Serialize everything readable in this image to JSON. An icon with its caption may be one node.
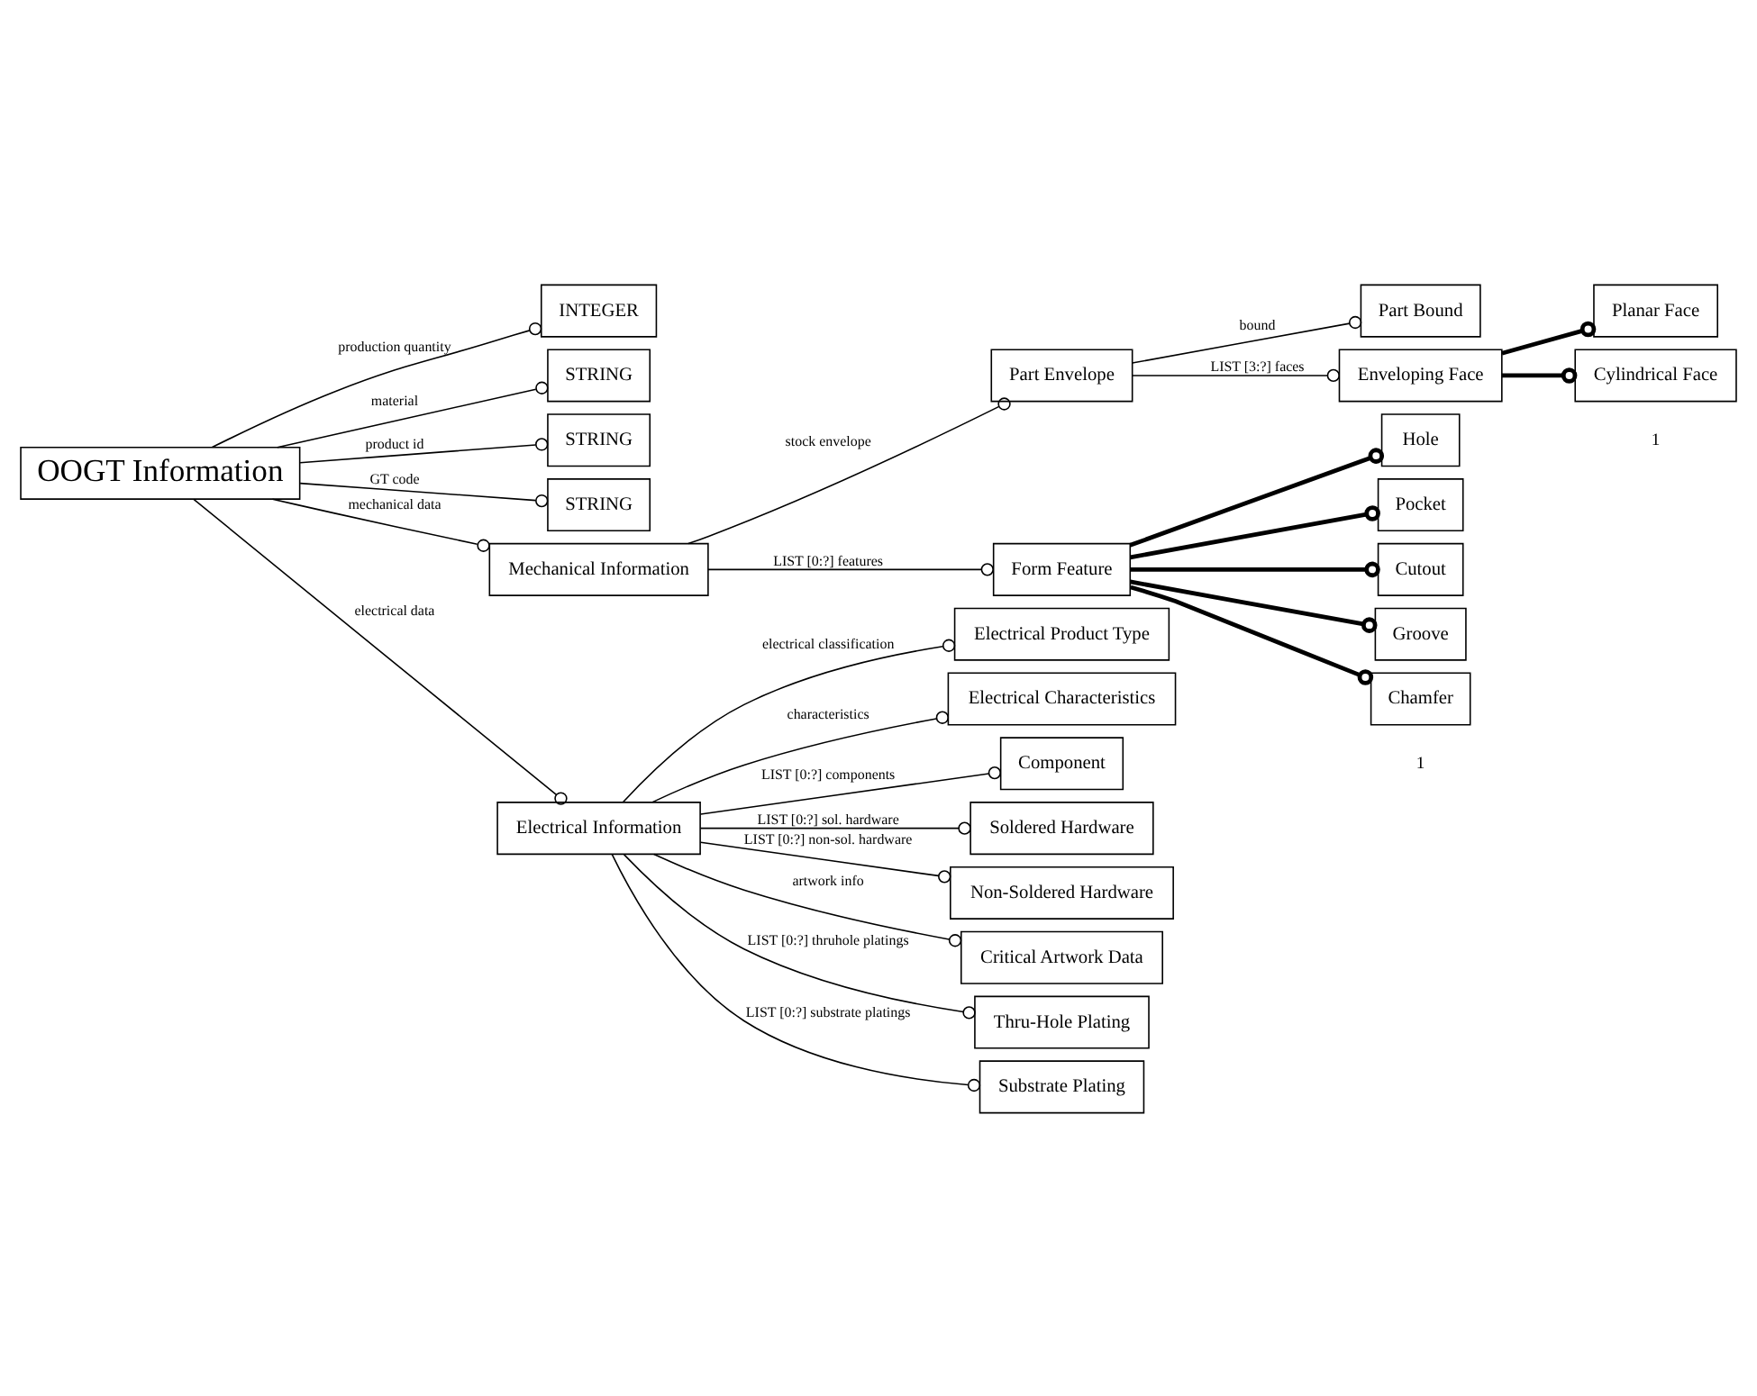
{
  "diagram": {
    "nodes": [
      {
        "text": [
          "OOGT Information"
        ]
      },
      {
        "text": [
          "INTEGER"
        ]
      },
      {
        "text": [
          "STRING"
        ]
      },
      {
        "text": [
          "STRING"
        ]
      },
      {
        "text": [
          "STRING"
        ]
      },
      {
        "text": [
          "Mechanical Information"
        ]
      },
      {
        "text": [
          "Electrical Information"
        ]
      },
      {
        "text": [
          "Part Envelope"
        ]
      },
      {
        "text": [
          "Part Bound"
        ]
      },
      {
        "text": [
          "Form Feature"
        ]
      },
      {
        "text": [
          "Enveloping Face"
        ]
      },
      {
        "text": [
          "Planar Face"
        ]
      },
      {
        "text": [
          "Cylindrical Face"
        ]
      },
      {
        "text": [
          "Hole"
        ]
      },
      {
        "text": [
          "Pocket"
        ]
      },
      {
        "text": [
          "Cutout"
        ]
      },
      {
        "text": [
          "Groove"
        ]
      },
      {
        "text": [
          "Chamfer"
        ]
      },
      {
        "text": [
          "Electrical Product Type"
        ]
      },
      {
        "text": [
          "Electrical Characteristics"
        ]
      },
      {
        "text": [
          "Component"
        ]
      },
      {
        "text": [
          "Soldered Hardware"
        ]
      },
      {
        "text": [
          "Non-Soldered Hardware"
        ]
      },
      {
        "text": [
          "Critical Artwork Data"
        ]
      },
      {
        "text": [
          "Thru-Hole Plating"
        ]
      },
      {
        "text": [
          "Substrate Plating"
        ]
      }
    ],
    "edges": [
      {
        "from": 0,
        "to": 1,
        "arrow": "other",
        "label": "production quantity"
      },
      {
        "from": 0,
        "to": 2,
        "arrow": "other",
        "label": "material"
      },
      {
        "from": 0,
        "to": 3,
        "arrow": "other",
        "label": "product id"
      },
      {
        "from": 0,
        "to": 4,
        "arrow": "other",
        "label": "GT code"
      },
      {
        "from": 0,
        "to": 5,
        "arrow": "other",
        "label": "mechanical data"
      },
      {
        "from": 0,
        "to": 6,
        "arrow": "other",
        "label": "electrical data"
      },
      {
        "from": 5,
        "to": 7,
        "arrow": "other",
        "label": "stock envelope"
      },
      {
        "from": 5,
        "to": 9,
        "arrow": "other",
        "label": "LIST [0:?] features"
      },
      {
        "from": 7,
        "to": 8,
        "arrow": "other",
        "label": "bound"
      },
      {
        "from": 7,
        "to": 10,
        "arrow": "other",
        "label": "LIST [3:?] faces"
      },
      {
        "from": 10,
        "to": 11,
        "arrow": "other",
        "style": "thick"
      },
      {
        "from": 10,
        "to": 12,
        "arrow": "other",
        "style": "thick"
      },
      {
        "from": 9,
        "to": 13,
        "arrow": "other",
        "style": "thick"
      },
      {
        "from": 9,
        "to": 14,
        "arrow": "other",
        "style": "thick"
      },
      {
        "from": 9,
        "to": 15,
        "arrow": "other",
        "style": "thick"
      },
      {
        "from": 9,
        "to": 16,
        "arrow": "other",
        "style": "thick"
      },
      {
        "from": 9,
        "to": 17,
        "arrow": "other",
        "style": "thick"
      },
      {
        "from": 6,
        "to": 18,
        "arrow": "other",
        "label": "electrical classification"
      },
      {
        "from": 6,
        "to": 19,
        "arrow": "other",
        "label": "characteristics"
      },
      {
        "from": 6,
        "to": 20,
        "arrow": "other",
        "label": "LIST [0:?] components"
      },
      {
        "from": 6,
        "to": 21,
        "arrow": "other",
        "label": "LIST [0:?] sol. hardware"
      },
      {
        "from": 6,
        "to": 22,
        "arrow": "other",
        "label": "LIST [0:?] non-sol. hardware"
      },
      {
        "from": 6,
        "to": 23,
        "arrow": "other",
        "label": "artwork info"
      },
      {
        "from": 6,
        "to": 24,
        "arrow": "other",
        "label": "LIST [0:?] thruhole platings"
      },
      {
        "from": 6,
        "to": 25,
        "arrow": "other",
        "label": "LIST [0:?] substrate platings"
      }
    ],
    "labels": [
      "1",
      "1"
    ]
  }
}
